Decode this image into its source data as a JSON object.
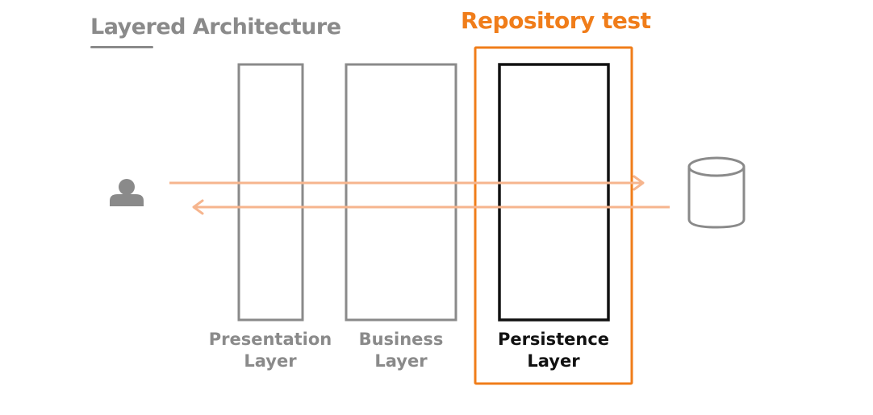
{
  "title": "Layered Architecture",
  "highlight": {
    "label": "Repository test",
    "color": "#f07d1a"
  },
  "layers": [
    {
      "line1": "Presentation",
      "line2": "Layer",
      "color": "#8a8a8a",
      "highlighted": false
    },
    {
      "line1": "Business",
      "line2": "Layer",
      "color": "#8a8a8a",
      "highlighted": false
    },
    {
      "line1": "Persistence",
      "line2": "Layer",
      "color": "#111111",
      "highlighted": true
    }
  ],
  "arrow_color": "#f6b58e",
  "icons": {
    "user": "user-icon",
    "database": "database-icon"
  }
}
